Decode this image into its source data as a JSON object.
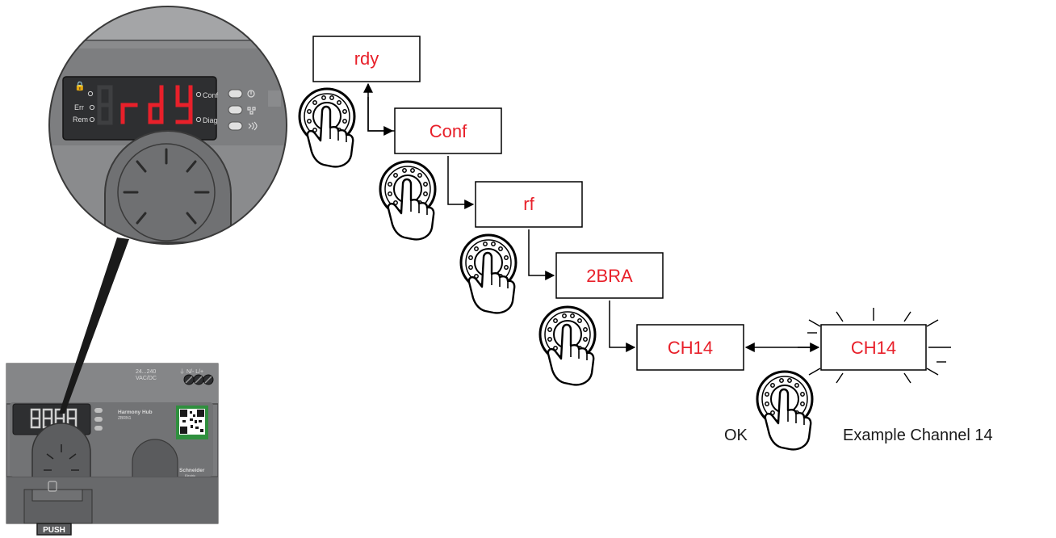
{
  "steps": [
    {
      "label": "rdy"
    },
    {
      "label": "Conf"
    },
    {
      "label": "rf"
    },
    {
      "label": "2BRA"
    },
    {
      "label": "CH14"
    }
  ],
  "confirm_box": {
    "label": "CH14",
    "state": "blinking"
  },
  "ok_label": "OK",
  "example_caption": "Example Channel 14",
  "zoom_display": {
    "digits": "rdY",
    "left_leds": [
      "Err",
      "Rem"
    ],
    "right_leds": [
      "Conf",
      "Diag"
    ]
  },
  "device": {
    "voltage_line1": "24...240",
    "voltage_line2": "VAC/DC",
    "terminal_labels": "⏚ N/- L/+",
    "product_name": "Harmony Hub",
    "product_code": "ZBRN1",
    "brand": "Schneider",
    "brand_sub": "Electric",
    "push_label": "PUSH"
  },
  "colors": {
    "menu_text": "#e8202a",
    "seven_segment": "#e8202a",
    "device_body": "#6e6f71",
    "device_dark": "#2e2f31",
    "qr_green": "#2f8f3e"
  },
  "icons": [
    "jog-dial-hand-icon",
    "blinking-rays-icon",
    "qr-code-icon",
    "padlock-icon"
  ]
}
